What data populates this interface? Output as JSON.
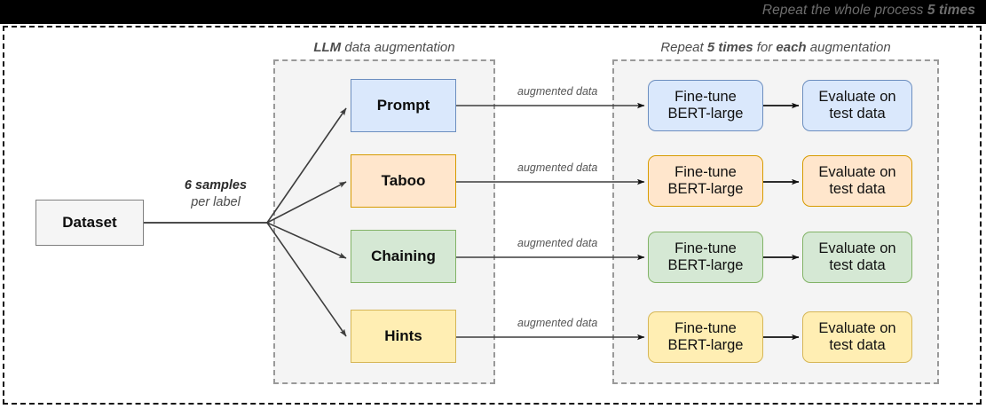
{
  "banner": {
    "text_prefix": "Repeat the whole process ",
    "text_bold": "5 times"
  },
  "sections": [
    {
      "id": "llm",
      "title_prefix": "",
      "title_bold1": "LLM",
      "title_mid": " data augmentation",
      "title_bold2": "",
      "title_suffix": ""
    },
    {
      "id": "repeat",
      "title_prefix": "Repeat ",
      "title_bold1": "5 times",
      "title_mid": " for ",
      "title_bold2": "each",
      "title_suffix": " augmentation"
    }
  ],
  "dataset": {
    "label": "Dataset"
  },
  "dataset_edge": {
    "line1": "6 samples",
    "line2": "per label"
  },
  "augmentations": [
    {
      "label": "Prompt",
      "fill": "#dae8fc",
      "stroke": "#6c8ebf",
      "edge_label": "augmented data"
    },
    {
      "label": "Taboo",
      "fill": "#ffe6cc",
      "stroke": "#d79b00",
      "edge_label": "augmented data"
    },
    {
      "label": "Chaining",
      "fill": "#d5e8d4",
      "stroke": "#82b366",
      "edge_label": "augmented data"
    },
    {
      "label": "Hints",
      "fill": "#ffeeb3",
      "stroke": "#d6b656",
      "edge_label": "augmented data"
    }
  ],
  "pipeline": [
    {
      "finetune_line1": "Fine-tune",
      "finetune_line2": "BERT-large",
      "evaluate_line1": "Evaluate on",
      "evaluate_line2": "test data",
      "fill": "#dae8fc",
      "stroke": "#6c8ebf"
    },
    {
      "finetune_line1": "Fine-tune",
      "finetune_line2": "BERT-large",
      "evaluate_line1": "Evaluate on",
      "evaluate_line2": "test data",
      "fill": "#ffe6cc",
      "stroke": "#d79b00"
    },
    {
      "finetune_line1": "Fine-tune",
      "finetune_line2": "BERT-large",
      "evaluate_line1": "Evaluate on",
      "evaluate_line2": "test data",
      "fill": "#d5e8d4",
      "stroke": "#82b366"
    },
    {
      "finetune_line1": "Fine-tune",
      "finetune_line2": "BERT-large",
      "evaluate_line1": "Evaluate on",
      "evaluate_line2": "test data",
      "fill": "#ffeeb3",
      "stroke": "#d6b656"
    }
  ]
}
